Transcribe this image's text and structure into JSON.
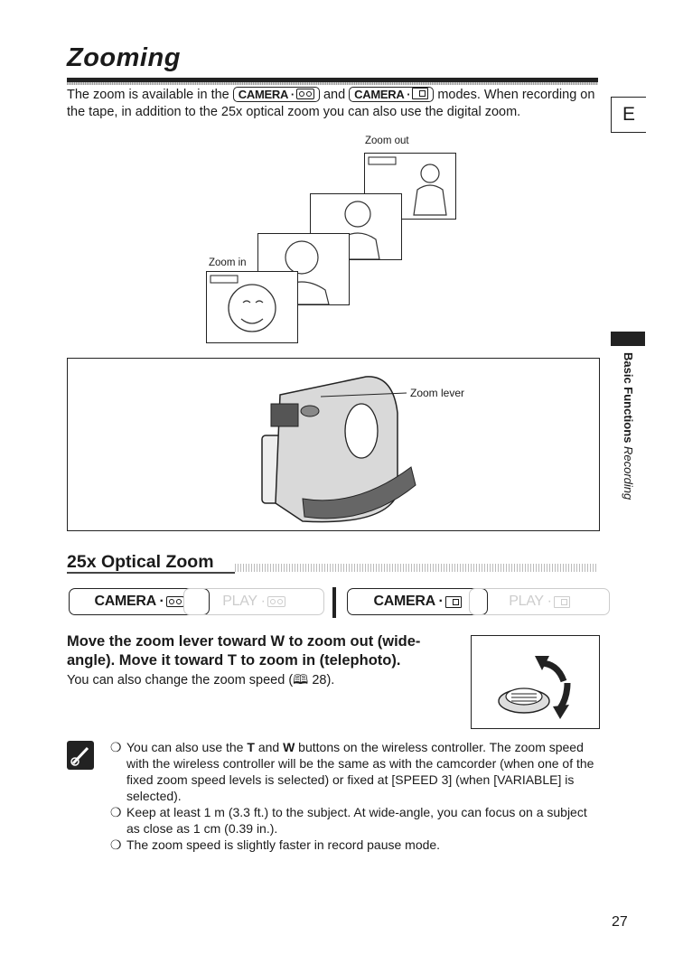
{
  "title": "Zooming",
  "intro": {
    "part1": "The zoom is available in the",
    "badge1": "CAMERA ·",
    "and": "and",
    "badge2": "CAMERA ·",
    "part2": "modes. When recording on the tape, in addition to the 25x optical zoom you can also use the digital zoom."
  },
  "tab_letter": "E",
  "figure": {
    "zoom_out_label": "Zoom out",
    "zoom_in_label": "Zoom in",
    "zoom_lever_label": "Zoom lever"
  },
  "side_tab": {
    "primary": "Basic Functions",
    "secondary": "Recording"
  },
  "section": {
    "heading": "25x Optical Zoom",
    "modes": [
      {
        "label": "CAMERA ·",
        "icon": "tape-icon",
        "active": true
      },
      {
        "label": "PLAY ·",
        "icon": "tape-icon",
        "active": false
      },
      {
        "label": "CAMERA ·",
        "icon": "card-icon",
        "active": true
      },
      {
        "label": "PLAY ·",
        "icon": "card-icon",
        "active": false
      }
    ],
    "instruction": "Move the zoom lever toward W to zoom out (wide-angle). Move it toward T to zoom in (telephoto).",
    "instruction_parts": {
      "a": "Move the zoom lever toward ",
      "w": "W",
      "b": " to zoom out (wide-angle). Move it toward ",
      "t": "T",
      "c": " to zoom in (telephoto)."
    },
    "sub": "You can also change the zoom speed (",
    "sub_ref": "28).",
    "notes": [
      {
        "a": "You can also use the ",
        "t": "T",
        "b": " and ",
        "w": "W",
        "c": " buttons on the wireless controller. The zoom speed with the wireless controller will be the same as with the camcorder (when one of the fixed zoom speed levels is selected) or fixed at [SPEED 3] (when [VARIABLE] is selected)."
      },
      {
        "text": "Keep at least 1 m (3.3 ft.) to the subject. At wide-angle, you can focus on a subject as close as 1 cm (0.39 in.)."
      },
      {
        "text": "The zoom speed is slightly faster in record pause mode."
      }
    ],
    "bullet": "❍"
  },
  "page_number": "27"
}
